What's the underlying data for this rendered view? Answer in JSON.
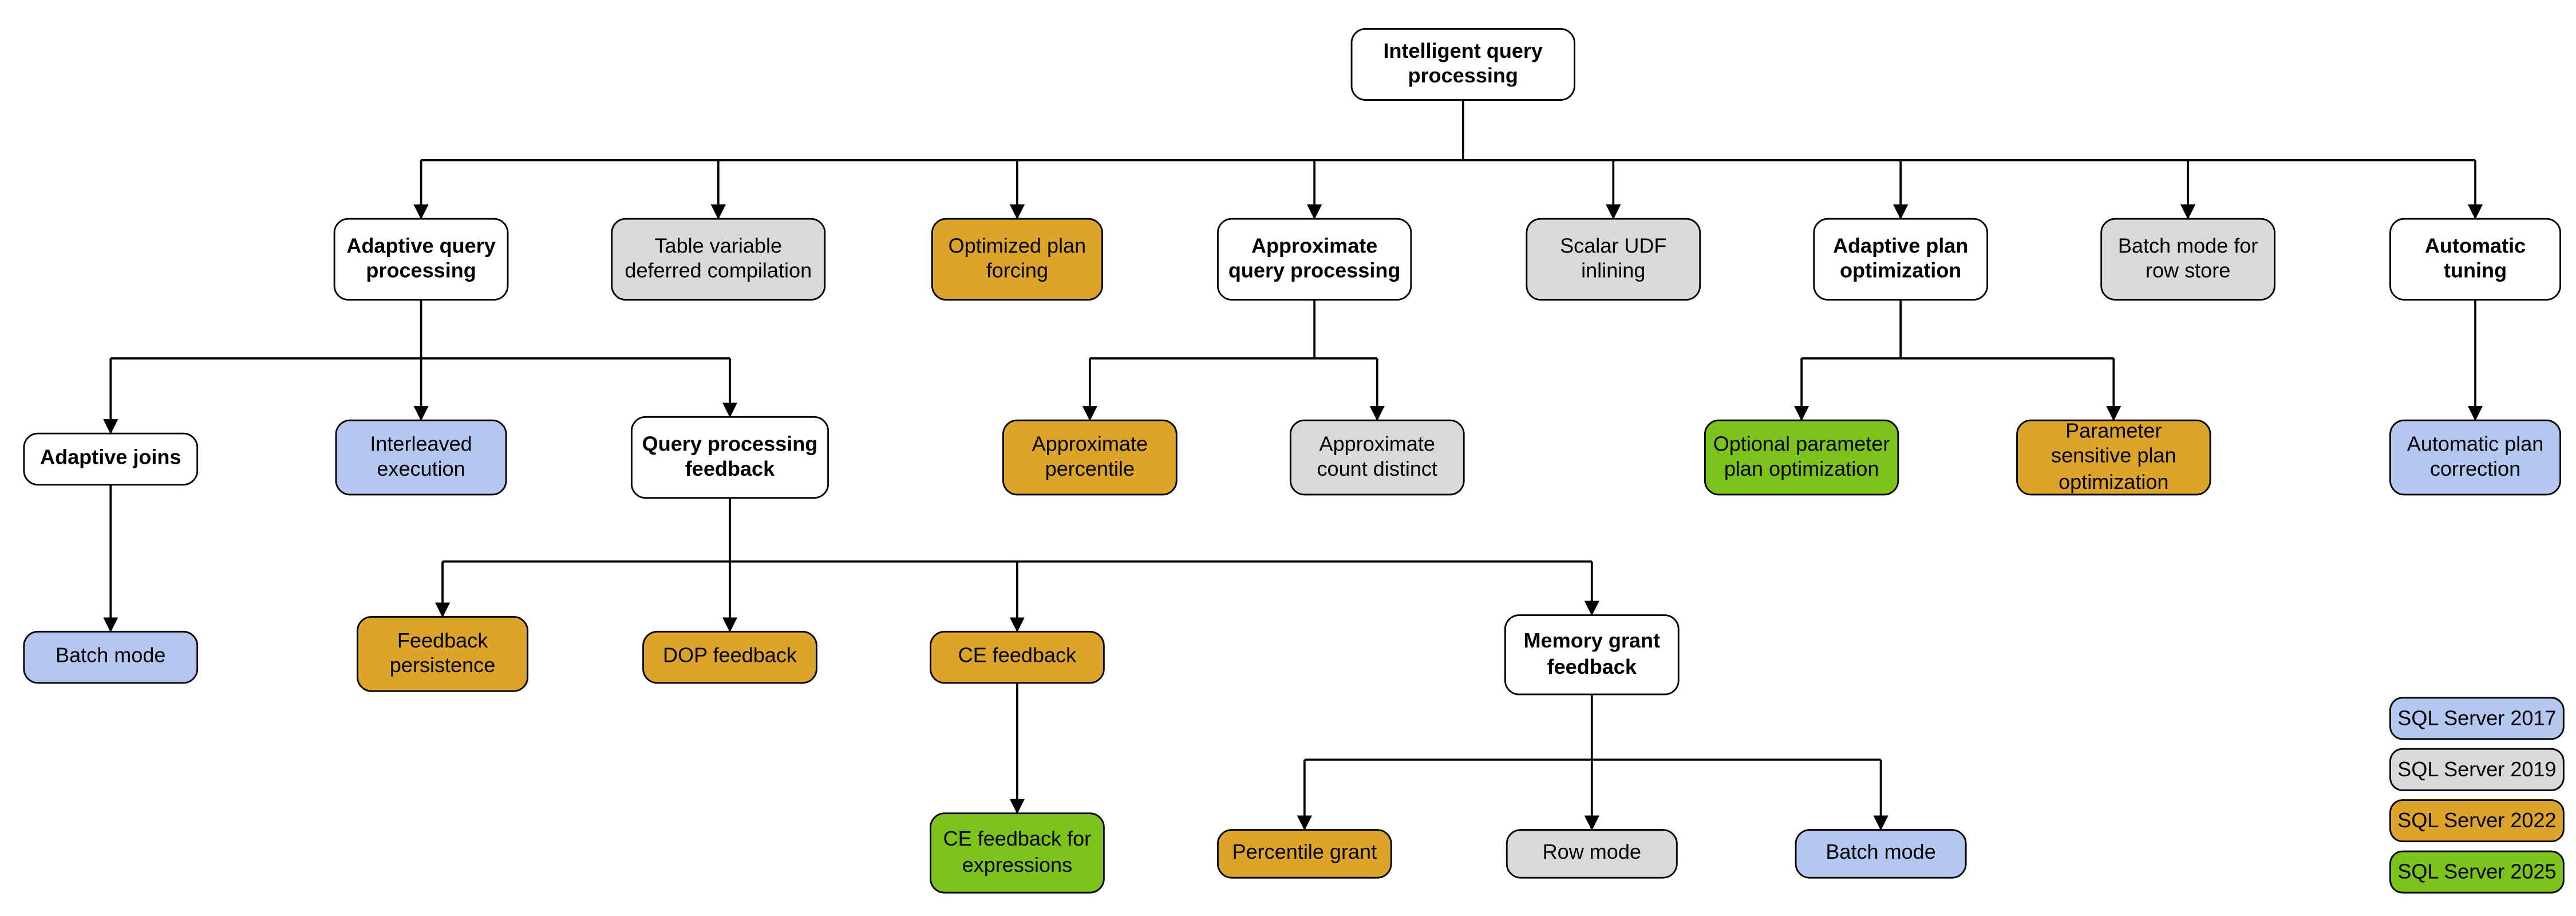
{
  "palette": {
    "white": "#ffffff",
    "gray": "#d9d9d9",
    "gold": "#dda42b",
    "blue": "#b4c7f0",
    "green": "#7cc41c"
  },
  "nodes": {
    "iqp": {
      "label": "Intelligent query processing",
      "color": "white"
    },
    "aqp": {
      "label": "Adaptive query processing",
      "color": "white"
    },
    "tvdc": {
      "label": "Table variable deferred compilation",
      "color": "gray"
    },
    "opf": {
      "label": "Optimized plan forcing",
      "color": "gold"
    },
    "apqp": {
      "label": "Approximate query processing",
      "color": "white"
    },
    "sudf": {
      "label": "Scalar UDF inlining",
      "color": "gray"
    },
    "apo": {
      "label": "Adaptive plan optimization",
      "color": "white"
    },
    "bmrs": {
      "label": "Batch mode for row store",
      "color": "gray"
    },
    "at": {
      "label": "Automatic tuning",
      "color": "white"
    },
    "aj": {
      "label": "Adaptive joins",
      "color": "white"
    },
    "ie": {
      "label": "Interleaved execution",
      "color": "blue"
    },
    "qpf": {
      "label": "Query processing feedback",
      "color": "white"
    },
    "ap": {
      "label": "Approximate percentile",
      "color": "gold"
    },
    "acd": {
      "label": "Approximate count distinct",
      "color": "gray"
    },
    "oppo": {
      "label": "Optional parameter plan optimization",
      "color": "green"
    },
    "pspo": {
      "label": "Parameter sensitive plan optimization",
      "color": "gold"
    },
    "apc": {
      "label": "Automatic plan correction",
      "color": "blue"
    },
    "bm1": {
      "label": "Batch mode",
      "color": "blue"
    },
    "fp": {
      "label": "Feedback persistence",
      "color": "gold"
    },
    "dopf": {
      "label": "DOP feedback",
      "color": "gold"
    },
    "cef": {
      "label": "CE feedback",
      "color": "gold"
    },
    "mgf": {
      "label": "Memory grant feedback",
      "color": "white"
    },
    "cefe": {
      "label": "CE feedback for expressions",
      "color": "green"
    },
    "pg": {
      "label": "Percentile grant",
      "color": "gold"
    },
    "rm": {
      "label": "Row mode",
      "color": "gray"
    },
    "bm2": {
      "label": "Batch mode",
      "color": "blue"
    }
  },
  "legend": {
    "items": [
      {
        "label": "SQL Server 2017",
        "color": "blue"
      },
      {
        "label": "SQL Server 2019",
        "color": "gray"
      },
      {
        "label": "SQL Server 2022",
        "color": "gold"
      },
      {
        "label": "SQL Server 2025",
        "color": "green"
      }
    ]
  }
}
